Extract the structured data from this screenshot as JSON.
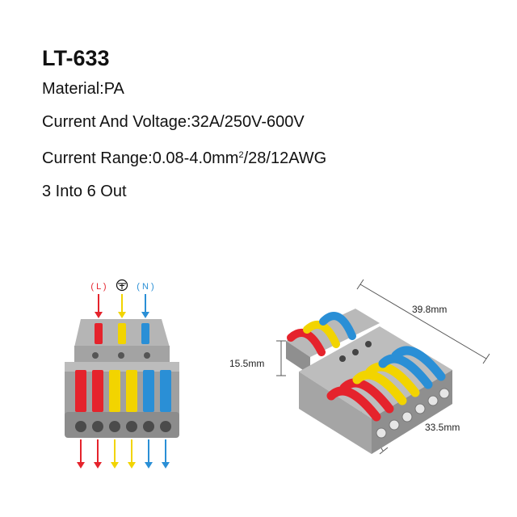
{
  "product": {
    "model": "LT-633",
    "material_label": "Material:",
    "material_value": "PA",
    "voltage_label": "Current And Voltage:",
    "voltage_value": "32A/250V-600V",
    "range_label": "Current Range:",
    "range_value_prefix": "0.08-4.0mm",
    "range_value_sup": "2",
    "range_value_suffix": "/28/12AWG",
    "config": "3 Into 6 Out"
  },
  "wiring": {
    "inputs": [
      {
        "label": "( L )",
        "color": "#e5232c"
      },
      {
        "label": "ground-symbol",
        "color": "#f2d400"
      },
      {
        "label": "( N )",
        "color": "#2a8fd6"
      }
    ],
    "lever_colors": [
      "#e5232c",
      "#e5232c",
      "#f2d400",
      "#f2d400",
      "#2a8fd6",
      "#2a8fd6"
    ],
    "output_colors": [
      "#e5232c",
      "#e5232c",
      "#f2d400",
      "#f2d400",
      "#2a8fd6",
      "#2a8fd6"
    ]
  },
  "dimensions": {
    "length": "39.8mm",
    "height": "15.5mm",
    "width": "33.5mm"
  },
  "colors": {
    "body": "#9a9a9a",
    "body_dark": "#6f6f6f",
    "red": "#e5232c",
    "yellow": "#f2d400",
    "blue": "#2a8fd6"
  }
}
